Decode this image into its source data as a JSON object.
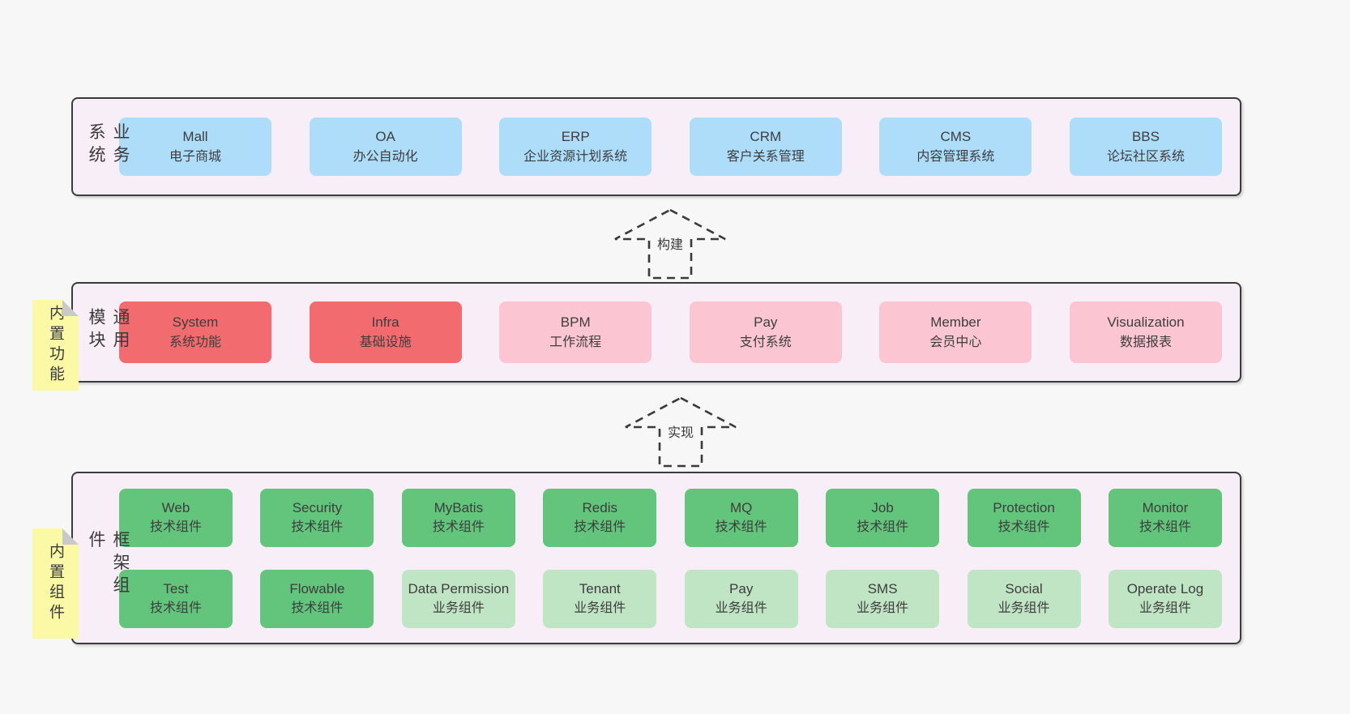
{
  "colors": {
    "page_background": "#f7f7f7",
    "layer_background": "#f8eef7",
    "layer_border": "#3c3c3c",
    "business_box_blue": "#aeddfa",
    "module_core_red": "#f26b6e",
    "module_pink": "#fbc6d1",
    "tech_component_green": "#62c57b",
    "biz_component_light_green": "#c0e5c4",
    "sticky_tab_yellow": "#fbf9a5",
    "fold_gray": "#c9c9c9"
  },
  "arrows": {
    "build": "构建",
    "implement": "实现"
  },
  "business": {
    "label": "业务系统",
    "boxes": [
      {
        "name": "Mall",
        "desc": "电子商城"
      },
      {
        "name": "OA",
        "desc": "办公自动化"
      },
      {
        "name": "ERP",
        "desc": "企业资源计划系统"
      },
      {
        "name": "CRM",
        "desc": "客户关系管理"
      },
      {
        "name": "CMS",
        "desc": "内容管理系统"
      },
      {
        "name": "BBS",
        "desc": "论坛社区系统"
      }
    ]
  },
  "modules": {
    "label": "通用模块",
    "tab": "内置功能",
    "boxes": [
      {
        "name": "System",
        "desc": "系统功能"
      },
      {
        "name": "Infra",
        "desc": "基础设施"
      },
      {
        "name": "BPM",
        "desc": "工作流程"
      },
      {
        "name": "Pay",
        "desc": "支付系统"
      },
      {
        "name": "Member",
        "desc": "会员中心"
      },
      {
        "name": "Visualization",
        "desc": "数据报表"
      }
    ]
  },
  "components": {
    "label": "框架组件",
    "tab": "内置组件",
    "row1": [
      {
        "name": "Web",
        "desc": "技术组件"
      },
      {
        "name": "Security",
        "desc": "技术组件"
      },
      {
        "name": "MyBatis",
        "desc": "技术组件"
      },
      {
        "name": "Redis",
        "desc": "技术组件"
      },
      {
        "name": "MQ",
        "desc": "技术组件"
      },
      {
        "name": "Job",
        "desc": "技术组件"
      },
      {
        "name": "Protection",
        "desc": "技术组件"
      },
      {
        "name": "Monitor",
        "desc": "技术组件"
      }
    ],
    "row2": [
      {
        "name": "Test",
        "desc": "技术组件"
      },
      {
        "name": "Flowable",
        "desc": "技术组件"
      },
      {
        "name": "Data Permission",
        "desc": "业务组件"
      },
      {
        "name": "Tenant",
        "desc": "业务组件"
      },
      {
        "name": "Pay",
        "desc": "业务组件"
      },
      {
        "name": "SMS",
        "desc": "业务组件"
      },
      {
        "name": "Social",
        "desc": "业务组件"
      },
      {
        "name": "Operate Log",
        "desc": "业务组件"
      }
    ]
  }
}
